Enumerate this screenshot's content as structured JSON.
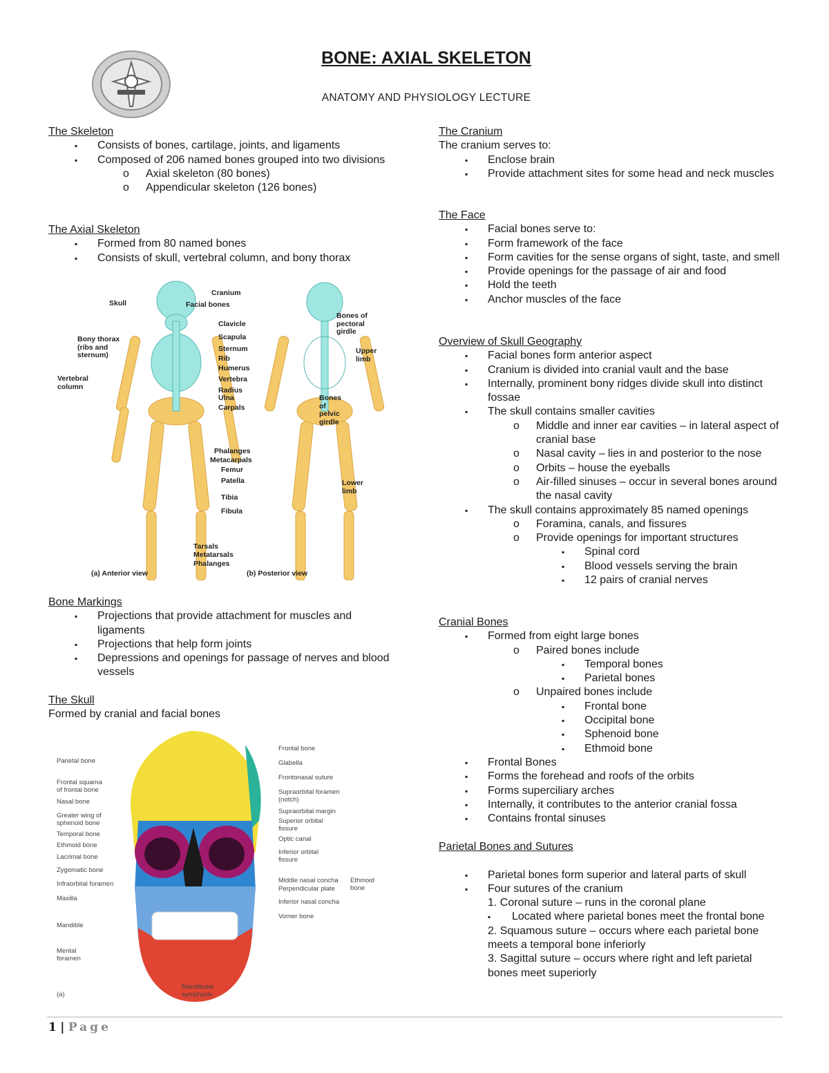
{
  "header": {
    "title": "BONE: AXIAL SKELETON",
    "subtitle": "ANATOMY AND PHYSIOLOGY LECTURE",
    "logo": "college-seal-logo"
  },
  "left_sections": [
    {
      "title": "The Skeleton",
      "items": [
        {
          "level": 1,
          "text": "Consists of bones, cartilage, joints, and ligaments"
        },
        {
          "level": 1,
          "text": "Composed of 206 named bones grouped into two divisions"
        },
        {
          "level": 2,
          "text": "Axial skeleton (80 bones)"
        },
        {
          "level": 2,
          "text": "Appendicular skeleton (126 bones)"
        }
      ]
    },
    {
      "title": "The Axial Skeleton",
      "items": [
        {
          "level": 1,
          "text": "Formed from 80 named bones"
        },
        {
          "level": 1,
          "text": "Consists of skull, vertebral column, and bony thorax"
        }
      ]
    },
    {
      "title": "Bone Markings",
      "items": [
        {
          "level": 1,
          "text": "Projections that provide attachment for muscles and ligaments"
        },
        {
          "level": 1,
          "text": "Projections that help form joints"
        },
        {
          "level": 1,
          "text": "Depressions and openings for passage of nerves and blood vessels"
        }
      ]
    },
    {
      "title": "The Skull",
      "intro": "Formed by cranial and facial bones",
      "items": []
    }
  ],
  "right_sections": [
    {
      "title": "The Cranium",
      "intro": "The cranium serves to:",
      "items": [
        {
          "level": 1,
          "text": "Enclose brain"
        },
        {
          "level": 1,
          "text": "Provide attachment sites for some head and neck muscles"
        }
      ]
    },
    {
      "title": "The Face",
      "items": [
        {
          "level": 1,
          "text": "Facial bones serve to:"
        },
        {
          "level": 1,
          "text": "Form framework of the face"
        },
        {
          "level": 1,
          "text": "Form cavities for the sense organs of sight, taste, and smell"
        },
        {
          "level": 1,
          "text": "Provide openings for the passage of air and food"
        },
        {
          "level": 1,
          "text": "Hold the teeth"
        },
        {
          "level": 1,
          "text": "Anchor muscles of the face"
        }
      ]
    },
    {
      "title": "Overview of Skull Geography",
      "items": [
        {
          "level": 1,
          "text": "Facial bones form anterior aspect"
        },
        {
          "level": 1,
          "text": "Cranium is divided into cranial vault and the base"
        },
        {
          "level": 1,
          "text": "Internally, prominent bony ridges divide skull into distinct fossae"
        },
        {
          "level": 1,
          "text": "The skull contains smaller cavities"
        },
        {
          "level": 2,
          "text": "Middle and inner ear cavities – in lateral aspect of cranial base"
        },
        {
          "level": 2,
          "text": "Nasal cavity – lies in and posterior to the nose"
        },
        {
          "level": 2,
          "text": "Orbits – house the eyeballs"
        },
        {
          "level": 2,
          "text": "Air-filled sinuses – occur in several bones around the nasal cavity"
        },
        {
          "level": 1,
          "text": "The skull contains approximately 85 named openings"
        },
        {
          "level": 2,
          "text": "Foramina, canals, and fissures"
        },
        {
          "level": 2,
          "text": "Provide openings for important structures"
        },
        {
          "level": 3,
          "text": "Spinal cord"
        },
        {
          "level": 3,
          "text": "Blood vessels serving the brain"
        },
        {
          "level": 3,
          "text": "12 pairs of cranial nerves"
        }
      ]
    },
    {
      "title": "Cranial Bones",
      "items": [
        {
          "level": 1,
          "text": "Formed from eight large bones"
        },
        {
          "level": 2,
          "text": "Paired bones include"
        },
        {
          "level": 3,
          "text": "Temporal bones"
        },
        {
          "level": 3,
          "text": "Parietal bones"
        },
        {
          "level": 2,
          "text": "Unpaired bones include"
        },
        {
          "level": 3,
          "text": "Frontal bone"
        },
        {
          "level": 3,
          "text": "Occipital bone"
        },
        {
          "level": 3,
          "text": "Sphenoid bone"
        },
        {
          "level": 3,
          "text": "Ethmoid bone"
        },
        {
          "level": 1,
          "text": "Frontal Bones"
        },
        {
          "level": 1,
          "text": "Forms the forehead and roofs of the orbits"
        },
        {
          "level": 1,
          "text": "Forms superciliary arches"
        },
        {
          "level": 1,
          "text": "Internally, it contributes to the anterior cranial fossa"
        },
        {
          "level": 1,
          "text": "Contains frontal sinuses"
        }
      ]
    },
    {
      "title": "Parietal Bones and Sutures",
      "items": [
        {
          "level": 0,
          "text": ""
        },
        {
          "level": 1,
          "text": "Parietal bones form superior and lateral parts of skull"
        },
        {
          "level": 1,
          "text": "Four sutures of the cranium"
        },
        {
          "level": "plain",
          "text": "1. Coronal suture – runs in the coronal plane"
        },
        {
          "level": "inner",
          "text": "Located where parietal bones meet the frontal bone"
        },
        {
          "level": "plain",
          "text": "2. Squamous suture – occurs where each parietal bone meets a temporal bone inferiorly"
        },
        {
          "level": "plain",
          "text": "3. Sagittal suture – occurs where right and left parietal bones meet superiorly"
        }
      ]
    }
  ],
  "markers": {
    "1": "▪",
    "2": "o",
    "3": "▪"
  },
  "skeleton_figure": {
    "labels": [
      "Skull",
      "Cranium",
      "Facial bones",
      "Clavicle",
      "Scapula",
      "Sternum",
      "Rib",
      "Humerus",
      "Vertebra",
      "Radius",
      "Ulna",
      "Carpals",
      "Phalanges",
      "Metacarpals",
      "Femur",
      "Patella",
      "Tibia",
      "Fibula",
      "Tarsals",
      "Metatarsals",
      "Phalanges",
      "Bony thorax\n(ribs and\nsternum)",
      "Vertebral\ncolumn",
      "Bones of\npectoral\ngirdle",
      "Upper\nlimb",
      "Bones\nof\npelvic\ngirdle",
      "Lower\nlimb",
      "(a) Anterior view",
      "(b) Posterior view"
    ],
    "colors": {
      "appendicular": "#f2c25a",
      "axial": "#8fe0dc"
    }
  },
  "skull_figure": {
    "labels": [
      "Parietal bone",
      "Frontal squama\nof frontal bone",
      "Nasal bone",
      "Greater wing of\nsphenoid bone",
      "Temporal bone",
      "Ethmoid bone",
      "Lacrimal bone",
      "Zygomatic bone",
      "Infraorbital foramen",
      "Maxilla",
      "Mandible",
      "Mental\nforamen",
      "(a)",
      "Mandibular\nsymphysis",
      "Frontal bone",
      "Glabella",
      "Frontonasal suture",
      "Supraorbital foramen\n(notch)",
      "Supraorbital margin",
      "Superior orbital\nfissure",
      "Optic canal",
      "Inferior orbital\nfissure",
      "Middle nasal concha",
      "Perpendicular plate",
      "Ethmoid\nbone",
      "Inferior nasal concha",
      "Vomer bone"
    ]
  },
  "footer": {
    "page_number": "1",
    "separator": "|",
    "page_label": "Page"
  }
}
